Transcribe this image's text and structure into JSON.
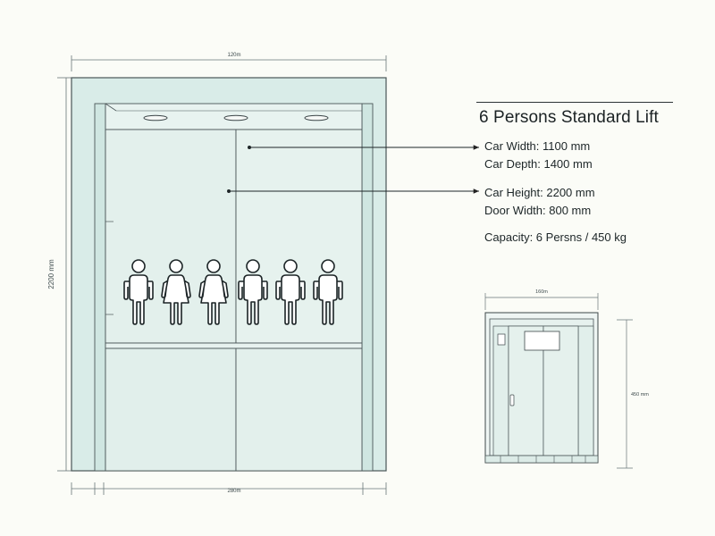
{
  "title": "6 Persons Standard Lift",
  "specs": {
    "car_width": "Car Width: 1100 mm",
    "car_depth": "Car Depth: 1400 mm",
    "car_height": "Car Height: 2200 mm",
    "door_width": "Door Width: 800 mm",
    "capacity": "Capacity: 6 Persns / 450 kg"
  },
  "front_view": {
    "dim_top": "120m",
    "dim_left": "2200 mm",
    "dim_bottom": "280m",
    "occupants": [
      "male",
      "female",
      "female",
      "male",
      "male",
      "male"
    ]
  },
  "plan_view": {
    "dim_top": "160m",
    "dim_right": "450 mm"
  },
  "colors": {
    "glass": "#e3f0ec",
    "glass_light": "#edf6f3",
    "frame": "#d9ece8",
    "line": "#4a5658"
  }
}
